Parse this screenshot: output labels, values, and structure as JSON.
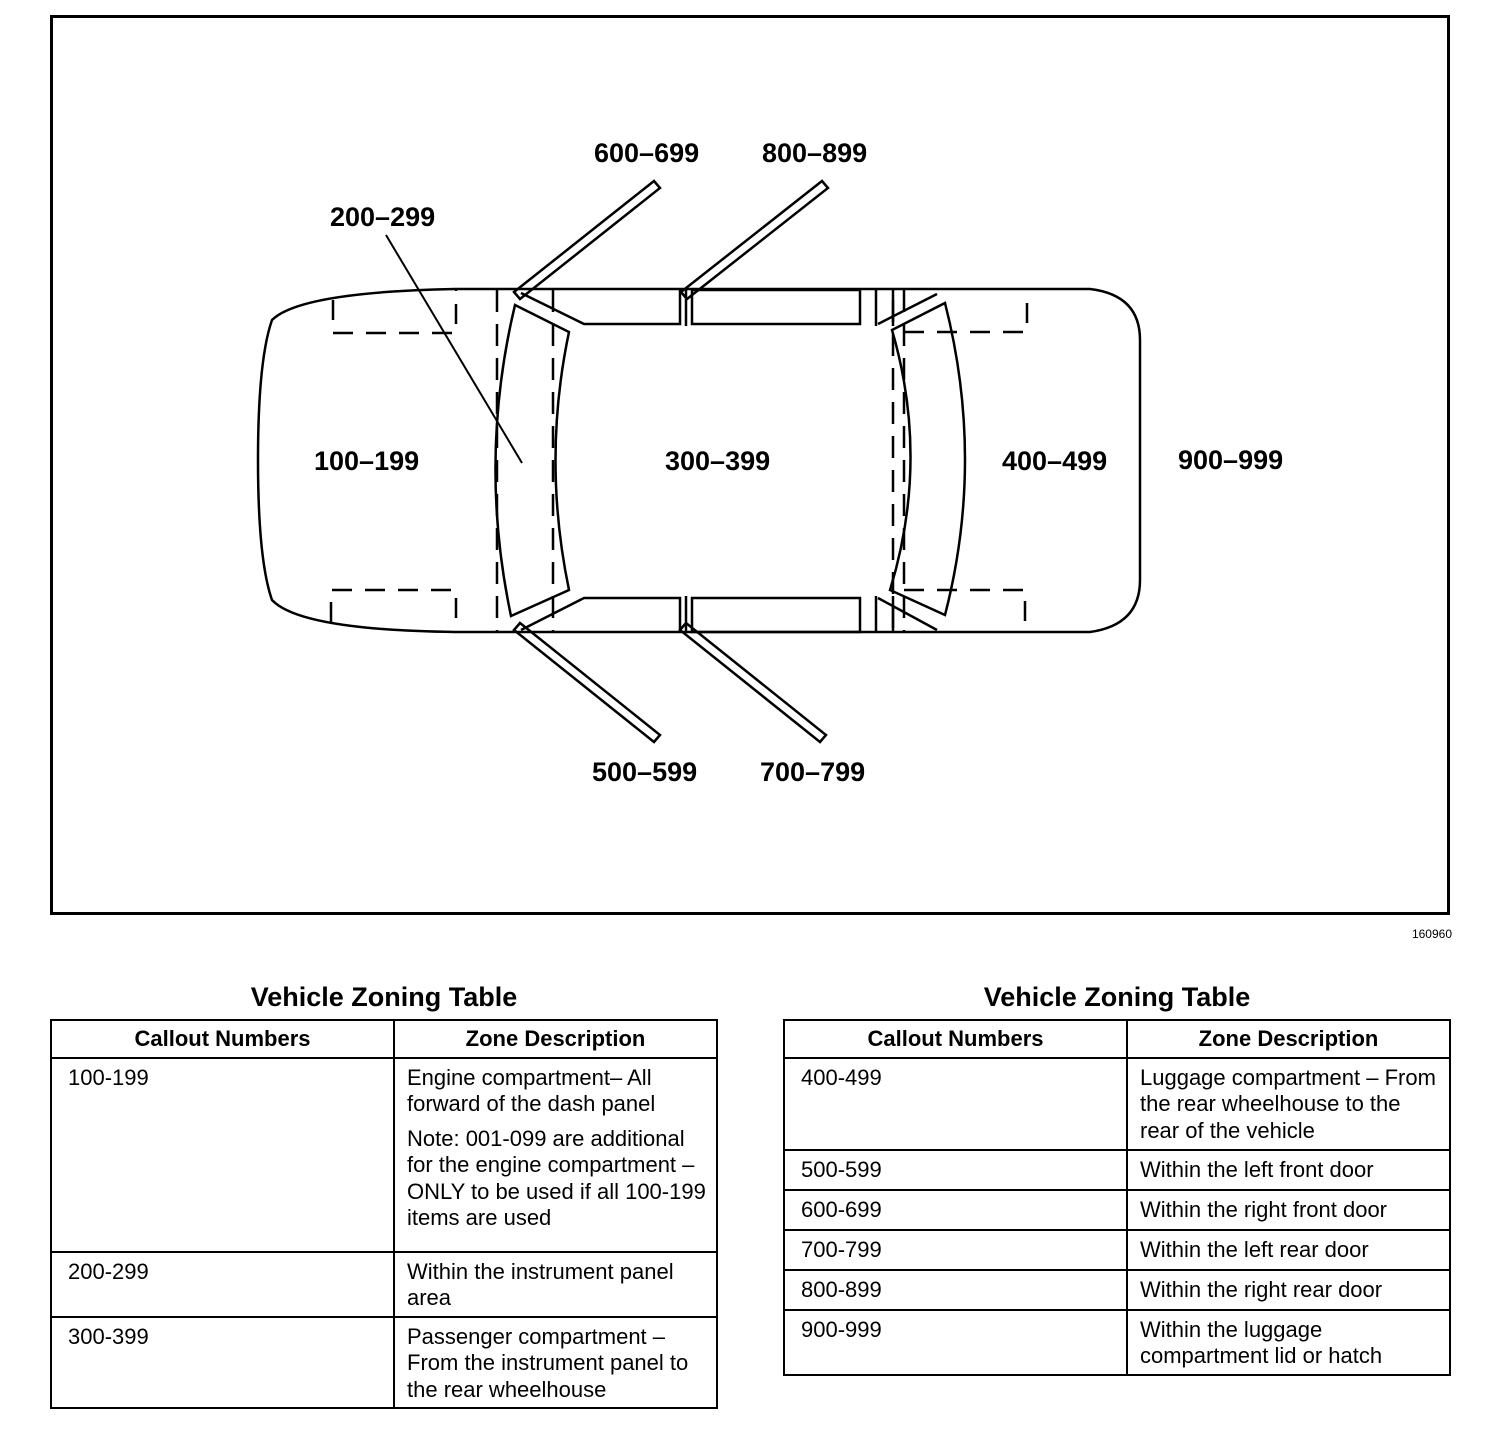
{
  "diagram": {
    "zone_labels": {
      "z600": "600–699",
      "z800": "800–899",
      "z200": "200–299",
      "z100": "100–199",
      "z300": "300–399",
      "z400": "400–499",
      "z900": "900–999",
      "z500": "500–599",
      "z700": "700–799"
    },
    "figure_id": "160960"
  },
  "tables": {
    "left": {
      "title": "Vehicle Zoning Table",
      "headers": [
        "Callout Numbers",
        "Zone Description"
      ],
      "rows": [
        {
          "callout": "100-199",
          "description": "Engine compartment– All forward of the dash panel",
          "note": "Note: 001-099 are additional for the engine compartment – ONLY to be used if all 100-199 items are used"
        },
        {
          "callout": "200-299",
          "description": "Within the instrument panel area"
        },
        {
          "callout": "300-399",
          "description": "Passenger compartment – From the instrument panel to the rear wheelhouse"
        }
      ]
    },
    "right": {
      "title": "Vehicle Zoning Table",
      "headers": [
        "Callout Numbers",
        "Zone Description"
      ],
      "rows": [
        {
          "callout": "400-499",
          "description": "Luggage compartment – From the rear wheelhouse to the rear of the vehicle"
        },
        {
          "callout": "500-599",
          "description": "Within the left front door"
        },
        {
          "callout": "600-699",
          "description": "Within the right front door"
        },
        {
          "callout": "700-799",
          "description": "Within the left rear door"
        },
        {
          "callout": "800-899",
          "description": "Within the right rear door"
        },
        {
          "callout": "900-999",
          "description": "Within the luggage compartment lid or hatch"
        }
      ]
    }
  }
}
